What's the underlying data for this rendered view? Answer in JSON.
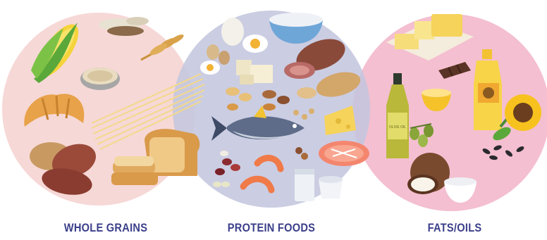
{
  "groups": [
    {
      "label": "WHOLE GRAINS",
      "color": "#f6d8d6"
    },
    {
      "label": "PROTEIN FOODS",
      "color": "#c4c6de"
    },
    {
      "label": "FATS/OILS",
      "color": "#f4bfd0"
    }
  ],
  "food_labels": {
    "olive_oil_bottle": "OLIVE OIL"
  },
  "text_color": "#3b3f8a"
}
